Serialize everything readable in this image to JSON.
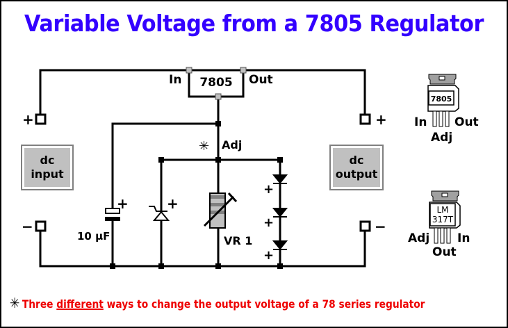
{
  "title": "Variable Voltage from a 7805 Regulator",
  "regulator": {
    "label": "7805",
    "pin_in": "In",
    "pin_out": "Out"
  },
  "terminals": {
    "input_plus": "+",
    "input_minus": "−",
    "output_plus": "+",
    "output_minus": "−"
  },
  "dc_input_box": {
    "line1": "dc",
    "line2": "input"
  },
  "dc_output_box": {
    "line1": "dc",
    "line2": "output"
  },
  "adj_node": {
    "marker": "✳",
    "label": "Adj"
  },
  "capacitor": {
    "label": "10 µF",
    "polarity": "+"
  },
  "zener": {
    "polarity": "+"
  },
  "potentiometer": {
    "label": "VR 1"
  },
  "diodes": {
    "polarity": [
      "+",
      "+",
      "+"
    ]
  },
  "package_7805": {
    "body_label": "7805",
    "pin_left": "In",
    "pin_middle": "Adj",
    "pin_right": "Out"
  },
  "package_lm317": {
    "body_line1": "LM",
    "body_line2": "317T",
    "pin_left": "Adj",
    "pin_middle": "Out",
    "pin_right": "In"
  },
  "footer": {
    "marker": "✳",
    "prefix": "Three",
    "emphasis": "different",
    "suffix": "ways to change the output voltage of a 78 series regulator"
  },
  "colors": {
    "title": "#3300ff",
    "footer": "#ee0000",
    "box_fill": "#c0c0c0",
    "wire": "#000000"
  }
}
